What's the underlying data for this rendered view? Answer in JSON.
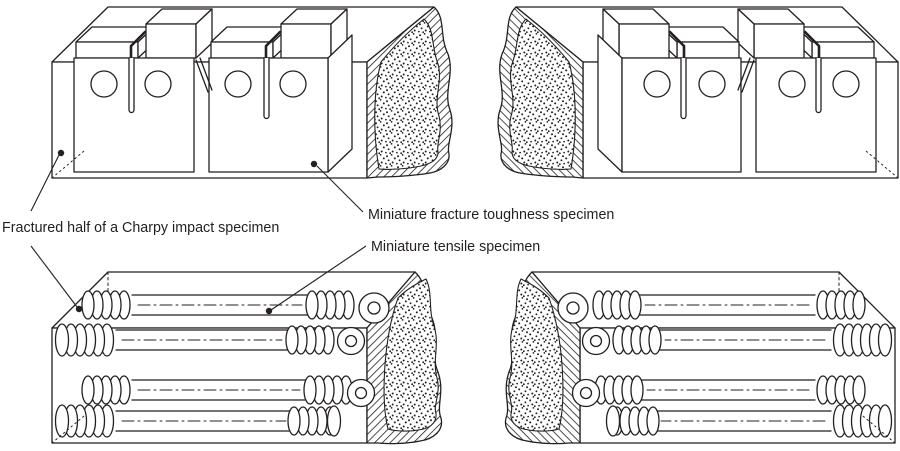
{
  "figure": {
    "labels": {
      "charpy": "Fractured half of a Charpy impact specimen",
      "fracture_toughness": "Miniature fracture toughness specimen",
      "tensile": "Miniature tensile specimen"
    },
    "colors": {
      "line": "#241f20",
      "background": "#ffffff"
    }
  }
}
